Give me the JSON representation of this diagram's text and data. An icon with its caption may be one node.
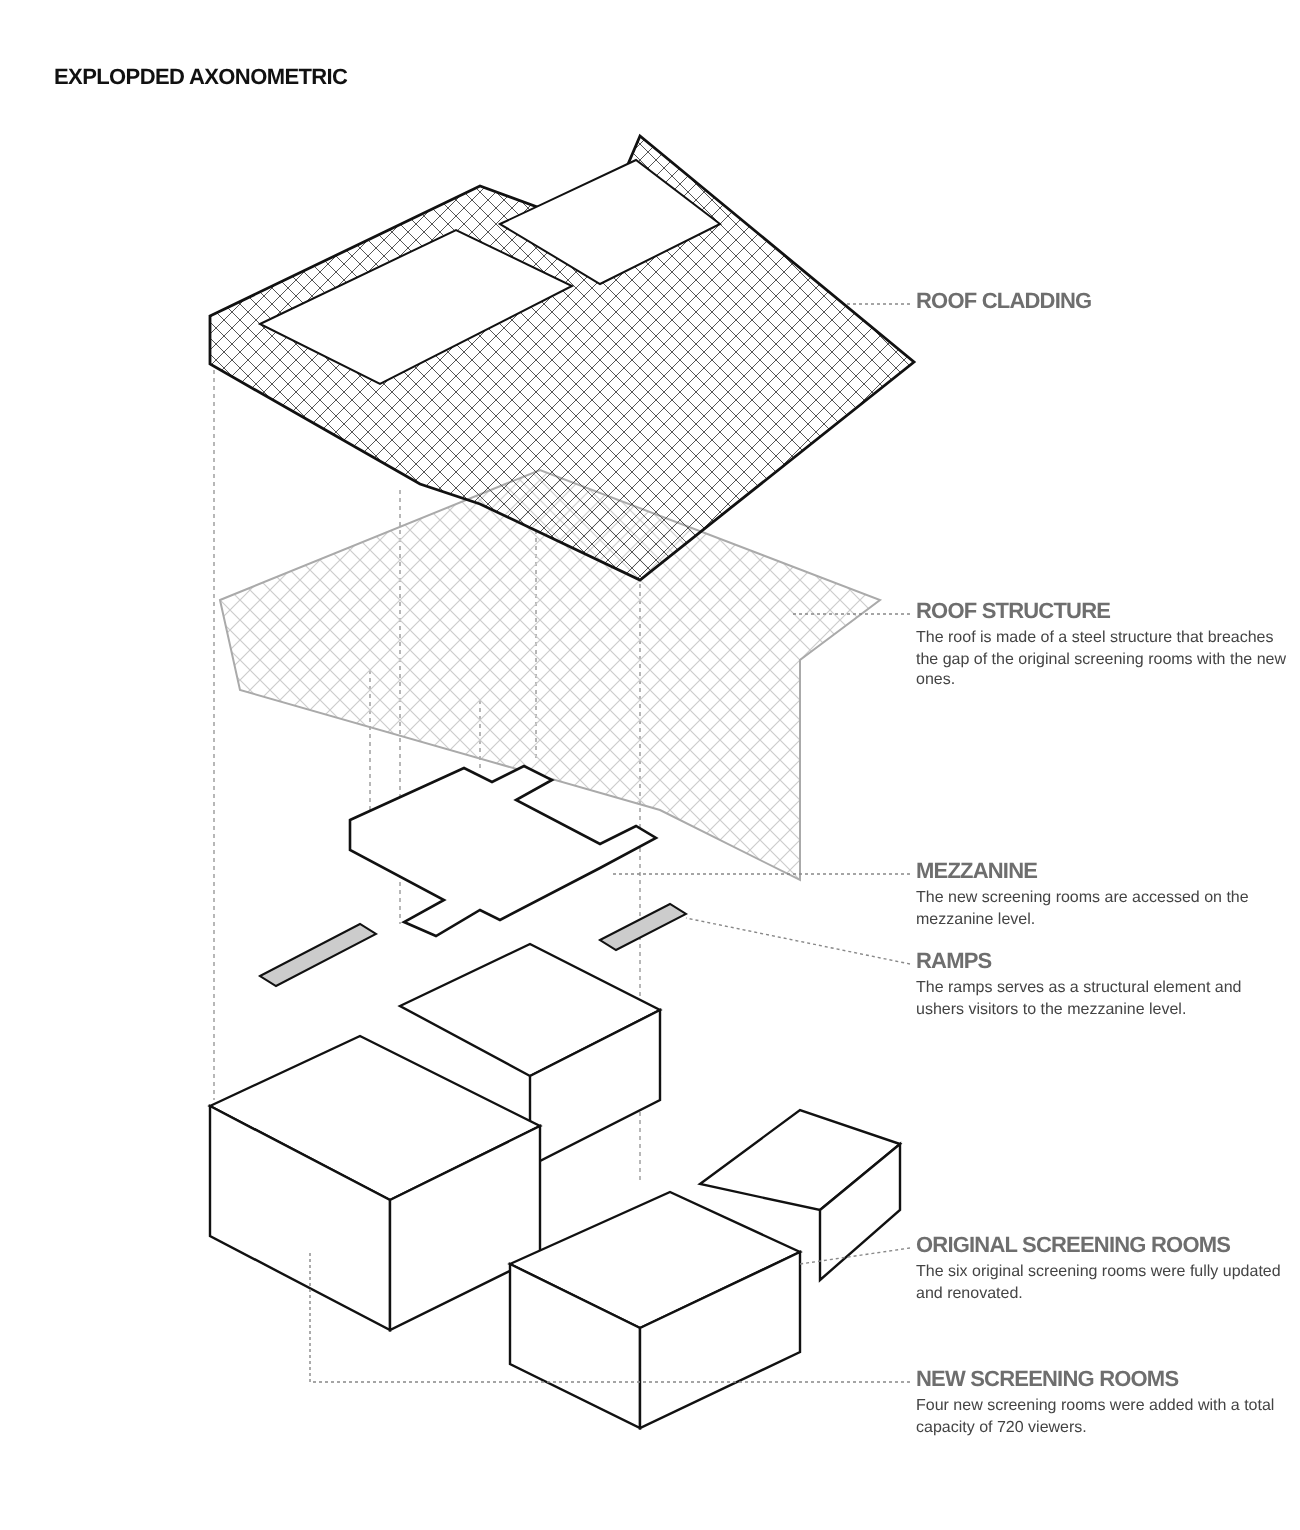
{
  "diagram": {
    "title": "EXPLOPDED AXONOMETRIC",
    "nodes": [
      {
        "text": [
          "ROOF CLADDING"
        ]
      },
      {
        "text": [
          "ROOF STRUCTURE",
          "The roof is made of a steel structure that breaches the gap of the original screening rooms with the new ones."
        ]
      },
      {
        "text": [
          "MEZZANINE",
          "The new screening rooms are accessed on the mezzanine level."
        ]
      },
      {
        "text": [
          "RAMPS",
          "The ramps serves as a structural element and ushers visitors to the mezzanine level."
        ]
      },
      {
        "text": [
          "ORIGINAL SCREENING ROOMS",
          "The six original screening rooms were fully updated and renovated."
        ]
      },
      {
        "text": [
          "NEW SCREENING ROOMS",
          "Four new screening rooms were added with a total capacity of 720 viewers."
        ]
      },
      {
        "text": [],
        "shape": "picture"
      },
      {
        "text": [],
        "shape": "picture"
      },
      {
        "text": [],
        "shape": "picture"
      },
      {
        "text": [],
        "shape": "picture"
      },
      {
        "text": [],
        "shape": "picture"
      },
      {
        "text": [],
        "shape": "picture"
      }
    ],
    "edges": [
      {
        "from": 0,
        "to": 6,
        "arrow": "none"
      },
      {
        "from": 1,
        "to": 7,
        "arrow": "none"
      },
      {
        "from": 2,
        "to": 8,
        "arrow": "none"
      },
      {
        "from": 3,
        "to": 9,
        "arrow": "none"
      },
      {
        "from": 4,
        "to": 10,
        "arrow": "none"
      },
      {
        "from": 5,
        "to": 11,
        "arrow": "none"
      }
    ]
  }
}
